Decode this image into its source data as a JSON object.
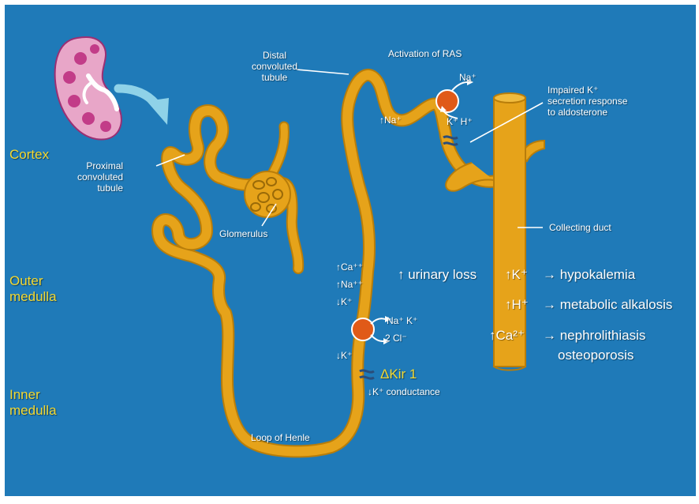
{
  "colors": {
    "background": "#1f7ab8",
    "tubule": "#e6a31a",
    "tubule_edge": "#b87d0a",
    "pump": "#e05a18",
    "region_label": "#f2d832",
    "kidney": "#e8a6c8",
    "kidney_dark": "#c23c88",
    "arrow": "#8fd2e8"
  },
  "icons": [
    "kidney-icon",
    "curved-arrow-icon",
    "pump-icon",
    "channel-icon"
  ],
  "regions": {
    "cortex": "Cortex",
    "outer_medulla": "Outer\nmedulla",
    "inner_medulla": "Inner\nmedulla"
  },
  "structures": {
    "proximal": "Proximal\nconvoluted\ntubule",
    "glomerulus": "Glomerulus",
    "distal": "Distal\nconvoluted\ntubule",
    "loop": "Loop of Henle",
    "collecting_duct": "Collecting duct"
  },
  "annotations": {
    "activation_ras": "Activation of RAS",
    "impaired_k": "Impaired K⁺\nsecretion response\nto aldosterone",
    "na_up_distal": "↑Na⁺",
    "na_out_top": "Na⁺",
    "k_h_top": "K⁺ H⁺",
    "ca_up": "↑Ca⁺⁺",
    "na_up_loop": "↑Na⁺⁺",
    "k_down_1": "↓K⁺",
    "k_down_2": "↓K⁺",
    "pump_loop_1": "Na⁺ K⁺",
    "pump_loop_2": "2 Cl⁻",
    "kir": "ΔKir 1",
    "k_conductance": "↓K⁺ conductance"
  },
  "outcomes": {
    "urinary_loss": "↑ urinary loss",
    "k": "↑K⁺",
    "hypokalemia": "→ hypokalemia",
    "h": "↑H⁺",
    "alkalosis": "→ metabolic alkalosis",
    "ca": "↑Ca²⁺",
    "nephro": "→ nephrolithiasis",
    "osteo": "osteoporosis"
  }
}
